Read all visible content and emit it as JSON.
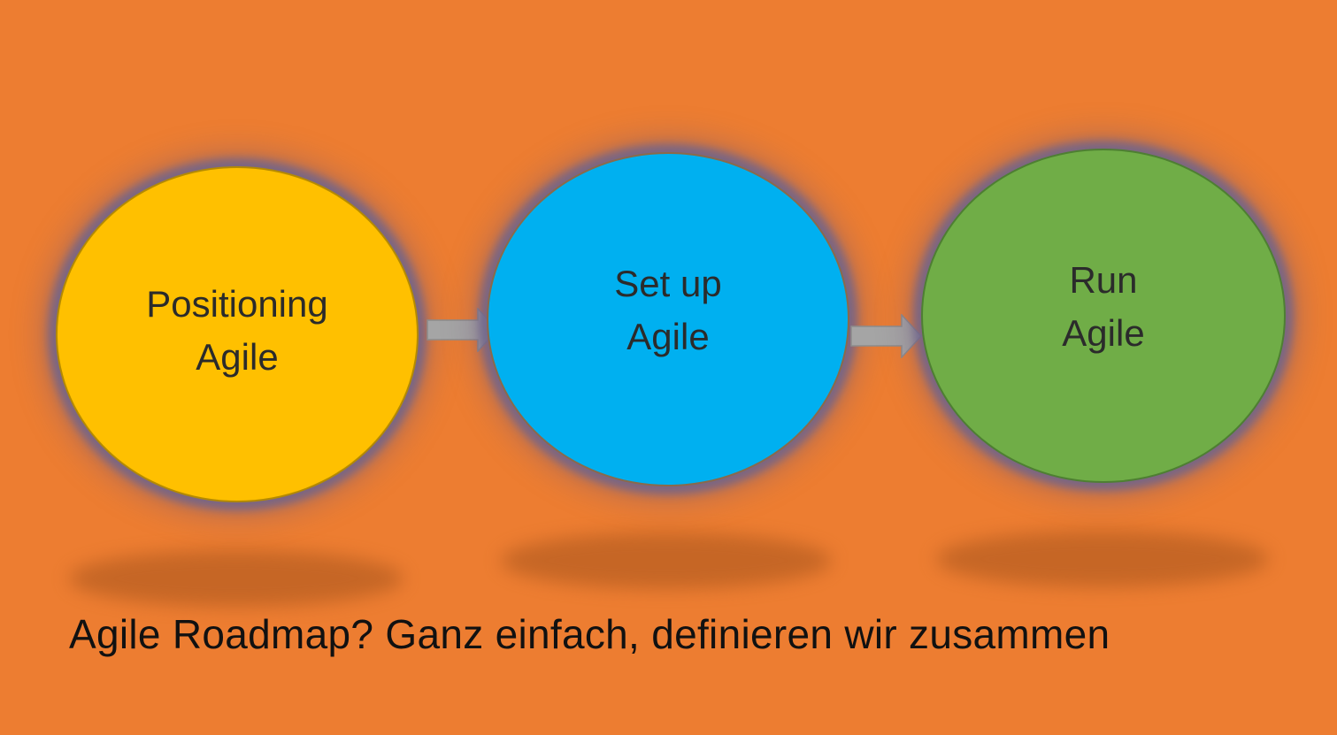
{
  "diagram": {
    "stages": [
      {
        "line1": "Positioning",
        "line2": "Agile",
        "color": "#FFC000",
        "border": "#B48A00"
      },
      {
        "line1": "Set up",
        "line2": "Agile",
        "color": "#00B0F0",
        "border": "#8A6A4A"
      },
      {
        "line1": "Run",
        "line2": "Agile",
        "color": "#70AD47",
        "border": "#4E7F32"
      }
    ],
    "arrow_color": "#A5A5A5",
    "background_color": "#ED7D31",
    "caption": "Agile Roadmap? Ganz einfach, definieren wir zusammen"
  }
}
